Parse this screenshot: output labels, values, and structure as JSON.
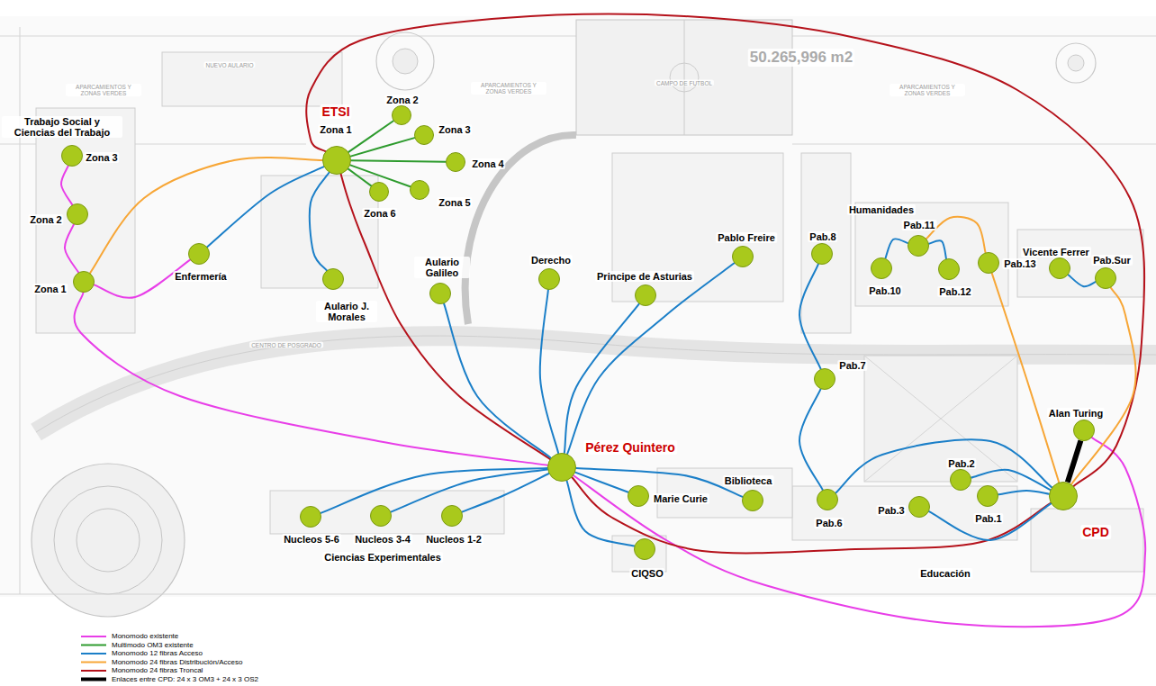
{
  "diagram": {
    "nodes": [
      {
        "text": [
          "Trabajo Social y Ciencias del Trabajo",
          "Zona 3"
        ]
      },
      {
        "text": [
          "Zona 2"
        ]
      },
      {
        "text": [
          "Zona 1"
        ]
      },
      {
        "text": [
          "Enfermería"
        ]
      },
      {
        "text": [
          "ETSI",
          "Zona 1"
        ]
      },
      {
        "text": [
          "Zona 2"
        ]
      },
      {
        "text": [
          "Zona 3"
        ]
      },
      {
        "text": [
          "Zona 4"
        ]
      },
      {
        "text": [
          "Zona 5"
        ]
      },
      {
        "text": [
          "Zona 6"
        ]
      },
      {
        "text": [
          "Aulario J. Morales"
        ]
      },
      {
        "text": [
          "Aulario Galileo"
        ]
      },
      {
        "text": [
          "Derecho"
        ]
      },
      {
        "text": [
          "Principe de Asturias"
        ]
      },
      {
        "text": [
          "Pablo Freire"
        ]
      },
      {
        "text": [
          "Pérez Quintero"
        ]
      },
      {
        "text": [
          "Nucleos 5-6"
        ]
      },
      {
        "text": [
          "Nucleos 3-4"
        ]
      },
      {
        "text": [
          "Nucleos 1-2"
        ]
      },
      {
        "text": [
          "Marie Curie"
        ]
      },
      {
        "text": [
          "Biblioteca"
        ]
      },
      {
        "text": [
          "CIQSO"
        ]
      },
      {
        "text": [
          "Pab.8"
        ]
      },
      {
        "text": [
          "Pab.7"
        ]
      },
      {
        "text": [
          "Pab.6"
        ]
      },
      {
        "text": [
          "Pab.10"
        ]
      },
      {
        "text": [
          "Humanidades",
          "Pab.11"
        ]
      },
      {
        "text": [
          "Pab.12"
        ]
      },
      {
        "text": [
          "Pab.13"
        ]
      },
      {
        "text": [
          "Vicente Ferrer"
        ]
      },
      {
        "text": [
          "Pab.Sur"
        ]
      },
      {
        "text": [
          "Pab.3"
        ]
      },
      {
        "text": [
          "Pab.2"
        ]
      },
      {
        "text": [
          "Pab.1"
        ]
      },
      {
        "text": [
          "Alan Turing"
        ]
      },
      {
        "text": [
          "CPD"
        ]
      }
    ],
    "edges": [
      {
        "from": 0,
        "to": 1,
        "arrow": "none"
      },
      {
        "from": 1,
        "to": 2,
        "arrow": "none"
      },
      {
        "from": 2,
        "to": 3,
        "arrow": "none"
      },
      {
        "from": 2,
        "to": 15,
        "arrow": "none"
      },
      {
        "from": 34,
        "to": 15,
        "arrow": "none"
      },
      {
        "from": 2,
        "to": 4,
        "arrow": "none"
      },
      {
        "from": 4,
        "to": 5,
        "arrow": "none"
      },
      {
        "from": 4,
        "to": 6,
        "arrow": "none"
      },
      {
        "from": 4,
        "to": 7,
        "arrow": "none"
      },
      {
        "from": 4,
        "to": 8,
        "arrow": "none"
      },
      {
        "from": 4,
        "to": 9,
        "arrow": "none"
      },
      {
        "from": 4,
        "to": 3,
        "arrow": "none"
      },
      {
        "from": 4,
        "to": 10,
        "arrow": "none"
      },
      {
        "from": 4,
        "to": 35,
        "arrow": "none"
      },
      {
        "from": 35,
        "to": 15,
        "arrow": "none"
      },
      {
        "from": 15,
        "to": 4,
        "arrow": "none"
      },
      {
        "from": 15,
        "to": 11,
        "arrow": "none"
      },
      {
        "from": 15,
        "to": 12,
        "arrow": "none"
      },
      {
        "from": 15,
        "to": 13,
        "arrow": "none"
      },
      {
        "from": 15,
        "to": 14,
        "arrow": "none"
      },
      {
        "from": 15,
        "to": 19,
        "arrow": "none"
      },
      {
        "from": 15,
        "to": 20,
        "arrow": "none"
      },
      {
        "from": 15,
        "to": 21,
        "arrow": "none"
      },
      {
        "from": 15,
        "to": 18,
        "arrow": "none"
      },
      {
        "from": 15,
        "to": 17,
        "arrow": "none"
      },
      {
        "from": 15,
        "to": 16,
        "arrow": "none"
      },
      {
        "from": 22,
        "to": 23,
        "arrow": "none"
      },
      {
        "from": 23,
        "to": 24,
        "arrow": "none"
      },
      {
        "from": 26,
        "to": 25,
        "arrow": "none"
      },
      {
        "from": 26,
        "to": 27,
        "arrow": "none"
      },
      {
        "from": 26,
        "to": 28,
        "arrow": "none"
      },
      {
        "from": 28,
        "to": 35,
        "arrow": "none"
      },
      {
        "from": 29,
        "to": 30,
        "arrow": "none"
      },
      {
        "from": 30,
        "to": 35,
        "arrow": "none"
      },
      {
        "from": 35,
        "to": 31,
        "arrow": "none"
      },
      {
        "from": 35,
        "to": 32,
        "arrow": "none"
      },
      {
        "from": 35,
        "to": 33,
        "arrow": "none"
      },
      {
        "from": 35,
        "to": 24,
        "arrow": "none"
      },
      {
        "from": 35,
        "to": 34,
        "arrow": "none"
      }
    ],
    "labels": [
      "APARCAMIENTOS Y ZONAS VERDES",
      "APARCAMIENTOS Y ZONAS VERDES",
      "APARCAMIENTOS Y ZONAS VERDES",
      "NUEVO AULARIO",
      "CAMPO DE FUTBOL",
      "50.265,996 m2",
      "CENTRO DE POSGRADO",
      "Ciencias Experimentales",
      "Educación"
    ],
    "legend": [
      {
        "text": "Monomodo existente"
      },
      {
        "text": "Multimodo OM3 existente"
      },
      {
        "text": "Monomodo 12 fibras Acceso"
      },
      {
        "text": "Monomodo 24 fibras Distribución/Acceso"
      },
      {
        "text": "Monomodo 24 fibras Troncal"
      },
      {
        "text": "Enlaces entre CPD: 24 x 3 OM3 + 24 x 3 OS2"
      }
    ]
  }
}
